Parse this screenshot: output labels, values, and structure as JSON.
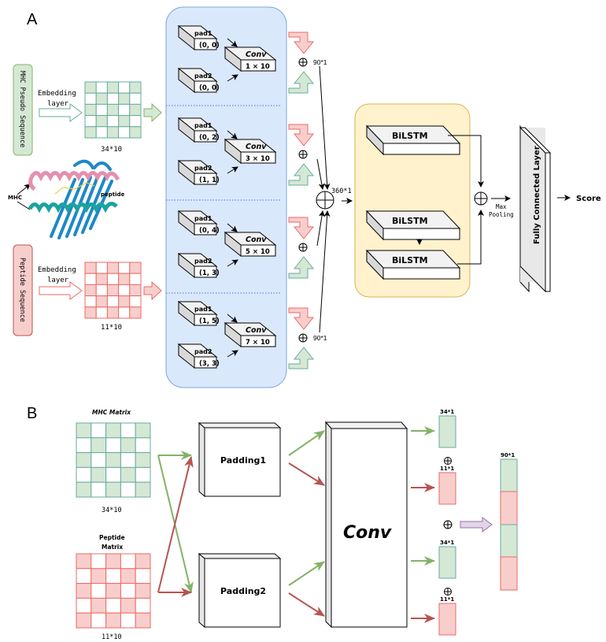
{
  "panel_a": {
    "label": "A",
    "mhc_input": {
      "label": "MHC Pseudo Sequence",
      "embedding_label_1": "Embedding",
      "embedding_label_2": "layer",
      "matrix_size": "34*10"
    },
    "peptide_input": {
      "label": "Peptide Sequence",
      "embedding_label_1": "Embedding",
      "embedding_label_2": "layer",
      "matrix_size": "11*10"
    },
    "structure": {
      "mhc_label": "MHC",
      "peptide_label": "peptide"
    },
    "conv_groups": [
      {
        "pad1_title": "pad1",
        "pad1_value": "(0, 0)",
        "pad2_title": "pad2",
        "pad2_value": "(0, 0)",
        "conv_title": "Conv",
        "conv_size": "1 × 10",
        "sum_label": "90*1"
      },
      {
        "pad1_title": "pad1",
        "pad1_value": "(0, 2)",
        "pad2_title": "pad2",
        "pad2_value": "(1, 1)",
        "conv_title": "Conv",
        "conv_size": "3 × 10",
        "sum_label": ""
      },
      {
        "pad1_title": "pad1",
        "pad1_value": "(0, 4)",
        "pad2_title": "pad2",
        "pad2_value": "(1, 3)",
        "conv_title": "Conv",
        "conv_size": "5 × 10",
        "sum_label": ""
      },
      {
        "pad1_title": "pad1",
        "pad1_value": "(1, 5)",
        "pad2_title": "pad2",
        "pad2_value": "(3, 3)",
        "conv_title": "Conv",
        "conv_size": "7 × 10",
        "sum_label": "90*1"
      }
    ],
    "concat_label": "360*1",
    "bilstm": [
      "BiLSTM",
      "BiLSTM",
      "BiLSTM"
    ],
    "pooling_label_1": "Max",
    "pooling_label_2": "Pooling",
    "fc_label": "Fully Connected Layer",
    "output_label": "Score"
  },
  "panel_b": {
    "label": "B",
    "mhc_matrix_title": "MHC Matrix",
    "mhc_matrix_size": "34*10",
    "peptide_matrix_title_1": "Peptide",
    "peptide_matrix_title_2": "Matrix",
    "peptide_matrix_size": "11*10",
    "padding1": "Padding1",
    "padding2": "Padding2",
    "conv": "Conv",
    "vectors": [
      "34*1",
      "11*1",
      "34*1",
      "11*1"
    ],
    "output_vector": "90*1"
  },
  "colors": {
    "green_fill": "#d5e8d4",
    "green_stroke": "#67ab9f",
    "green_arrow": "#82b366",
    "red_fill": "#f8cecc",
    "red_stroke": "#ea6b66",
    "red_arrow": "#b85450",
    "blue_panel": "#dae8fc",
    "blue_stroke": "#7ea6e0",
    "yellow_panel": "#fff2cc",
    "yellow_stroke": "#d6b656",
    "purple_fill": "#e1d5e7",
    "purple_stroke": "#9673a6"
  }
}
